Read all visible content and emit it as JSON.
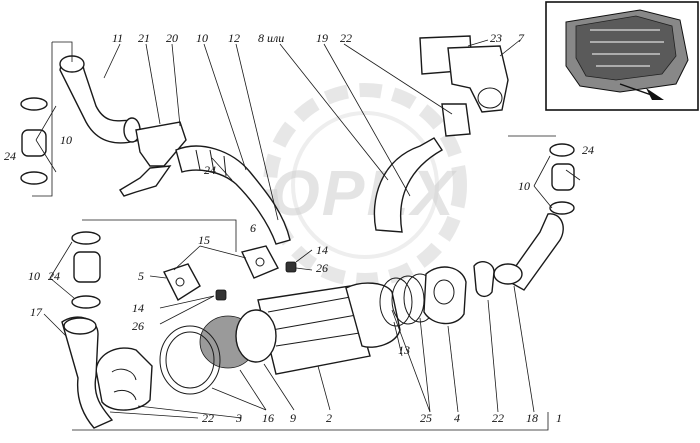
{
  "watermark": "OPEX",
  "labels": {
    "l11": "11",
    "l21": "21",
    "l20": "20",
    "l10a": "10",
    "l12": "12",
    "l8": "8 или",
    "l19": "19",
    "l22a": "22",
    "l23": "23",
    "l7": "7",
    "l10b": "10",
    "l24a": "24",
    "l24b": "24",
    "l24c": "24",
    "l10c": "10",
    "l18": "18",
    "l1": "1",
    "l6": "6",
    "l15": "15",
    "l5": "5",
    "l14a": "14",
    "l26a": "26",
    "l14b": "14",
    "l26b": "26",
    "l10d": "10",
    "l24d": "24",
    "l17": "17",
    "l13": "13",
    "l22b": "22",
    "l3": "3",
    "l16": "16",
    "l9": "9",
    "l2": "2",
    "l25": "25",
    "l4": "4",
    "l22c": "22"
  }
}
